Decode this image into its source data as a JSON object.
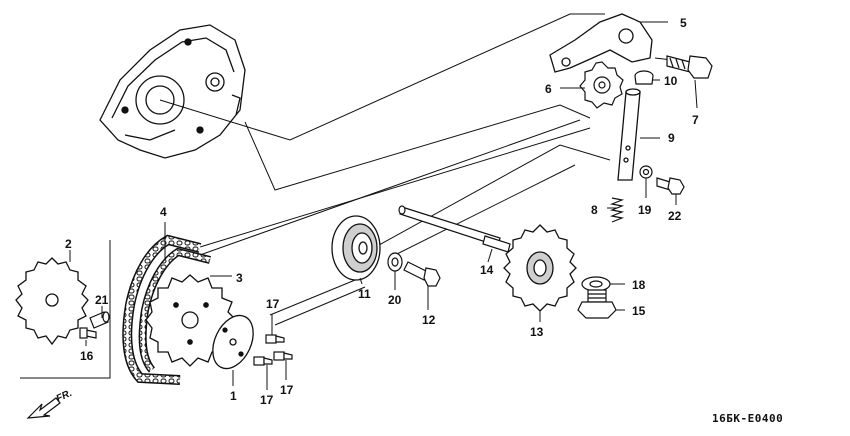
{
  "callouts": [
    {
      "id": "c1",
      "label": "1"
    },
    {
      "id": "c2",
      "label": "2"
    },
    {
      "id": "c3",
      "label": "3"
    },
    {
      "id": "c4",
      "label": "4"
    },
    {
      "id": "c5",
      "label": "5"
    },
    {
      "id": "c6",
      "label": "6"
    },
    {
      "id": "c7",
      "label": "7"
    },
    {
      "id": "c8",
      "label": "8"
    },
    {
      "id": "c9",
      "label": "9"
    },
    {
      "id": "c10",
      "label": "10"
    },
    {
      "id": "c11",
      "label": "11"
    },
    {
      "id": "c12",
      "label": "12"
    },
    {
      "id": "c13",
      "label": "13"
    },
    {
      "id": "c14",
      "label": "14"
    },
    {
      "id": "c15",
      "label": "15"
    },
    {
      "id": "c16",
      "label": "16"
    },
    {
      "id": "c17a",
      "label": "17"
    },
    {
      "id": "c17b",
      "label": "17"
    },
    {
      "id": "c17c",
      "label": "17"
    },
    {
      "id": "c18",
      "label": "18"
    },
    {
      "id": "c19",
      "label": "19"
    },
    {
      "id": "c20",
      "label": "20"
    },
    {
      "id": "c21",
      "label": "21"
    },
    {
      "id": "c22",
      "label": "22"
    }
  ],
  "diagram_code": "16БK-E0400",
  "front_marker": "FR.",
  "colors": {
    "ink": "#111111",
    "paper": "#ffffff",
    "shade": "#cfcfcf"
  }
}
